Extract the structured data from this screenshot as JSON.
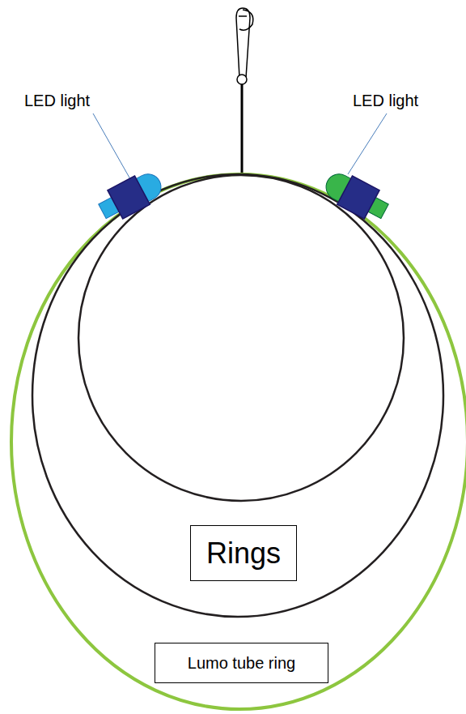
{
  "diagram": {
    "nodes": [
      {
        "text": [
          "Rings"
        ]
      },
      {
        "text": [
          "Lumo tube ring"
        ]
      }
    ],
    "labels": [
      "LED light",
      "LED light"
    ]
  }
}
